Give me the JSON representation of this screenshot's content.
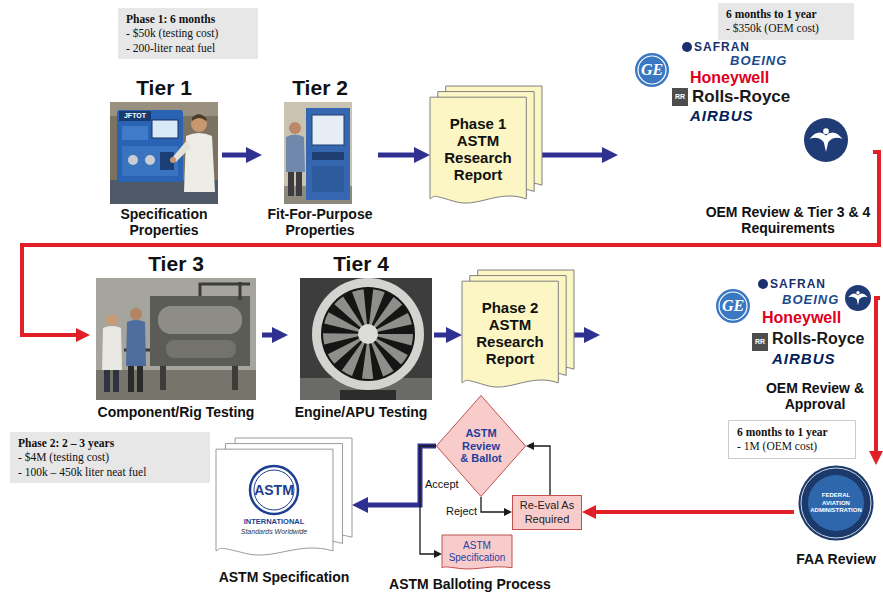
{
  "diagram": {
    "nodes": [
      {
        "text": [
          "Phase 1: 6 months",
          "- $50k (testing cost)",
          "- 200-liter neat fuel"
        ]
      },
      {
        "text": [
          "Tier 1",
          "Specification Properties"
        ]
      },
      {
        "text": [
          "Tier 2",
          "Fit-For-Purpose Properties"
        ]
      },
      {
        "text": [
          "Phase 1 ASTM Research Report"
        ]
      },
      {
        "text": [
          "6 months to 1 year",
          "- $350k (OEM cost)"
        ]
      },
      {
        "text": [
          "OEM Review & Tier 3 & 4 Requirements"
        ]
      },
      {
        "text": [
          "Tier 3",
          "Component/Rig Testing"
        ]
      },
      {
        "text": [
          "Tier 4",
          "Engine/APU Testing"
        ]
      },
      {
        "text": [
          "Phase 2 ASTM Research Report"
        ]
      },
      {
        "text": [
          "OEM Review & Approval"
        ]
      },
      {
        "text": [
          "6 months to 1 year",
          "- 1M (OEM cost)"
        ]
      },
      {
        "text": [
          "Phase 2: 2 – 3 years",
          "- $4M (testing cost)",
          "- 100k – 450k liter neat fuel"
        ]
      },
      {
        "text": [
          "FAA Review"
        ]
      },
      {
        "text": [
          "ASTM Review & Ballot"
        ]
      },
      {
        "text": [
          "Re-Eval As Required"
        ]
      },
      {
        "text": [
          "ASTM Specification"
        ]
      },
      {
        "text": [
          "ASTM Specification"
        ]
      }
    ],
    "edges": [
      {
        "from": 1,
        "to": 2,
        "arrow": "to"
      },
      {
        "from": 2,
        "to": 3,
        "arrow": "to"
      },
      {
        "from": 3,
        "to": 5,
        "arrow": "to"
      },
      {
        "from": 5,
        "to": 6,
        "arrow": "to"
      },
      {
        "from": 6,
        "to": 7,
        "arrow": "to"
      },
      {
        "from": 7,
        "to": 8,
        "arrow": "to"
      },
      {
        "from": 8,
        "to": 9,
        "arrow": "to"
      },
      {
        "from": 9,
        "to": 12,
        "arrow": "to"
      },
      {
        "from": 12,
        "to": 14,
        "arrow": "to"
      },
      {
        "from": 13,
        "to": 16,
        "arrow": "to"
      },
      {
        "from": 13,
        "to": 15,
        "label": "Accept",
        "arrow": "to"
      },
      {
        "from": 13,
        "to": 14,
        "label": "Reject",
        "arrow": "to"
      },
      {
        "from": 14,
        "to": 13,
        "arrow": "to"
      }
    ],
    "labels": [
      "JFTOT",
      "GE",
      "SAFRAN",
      "BOEING",
      "Honeywell",
      "RR",
      "Rolls-Royce",
      "AIRBUS",
      "GE",
      "SAFRAN",
      "BOEING",
      "Honeywell",
      "RR",
      "Rolls-Royce",
      "AIRBUS",
      "FEDERAL AVIATION ADMINISTRATION",
      "ASTM",
      "INTERNATIONAL",
      "Standards Worldwide",
      "ASTM Balloting Process"
    ]
  }
}
